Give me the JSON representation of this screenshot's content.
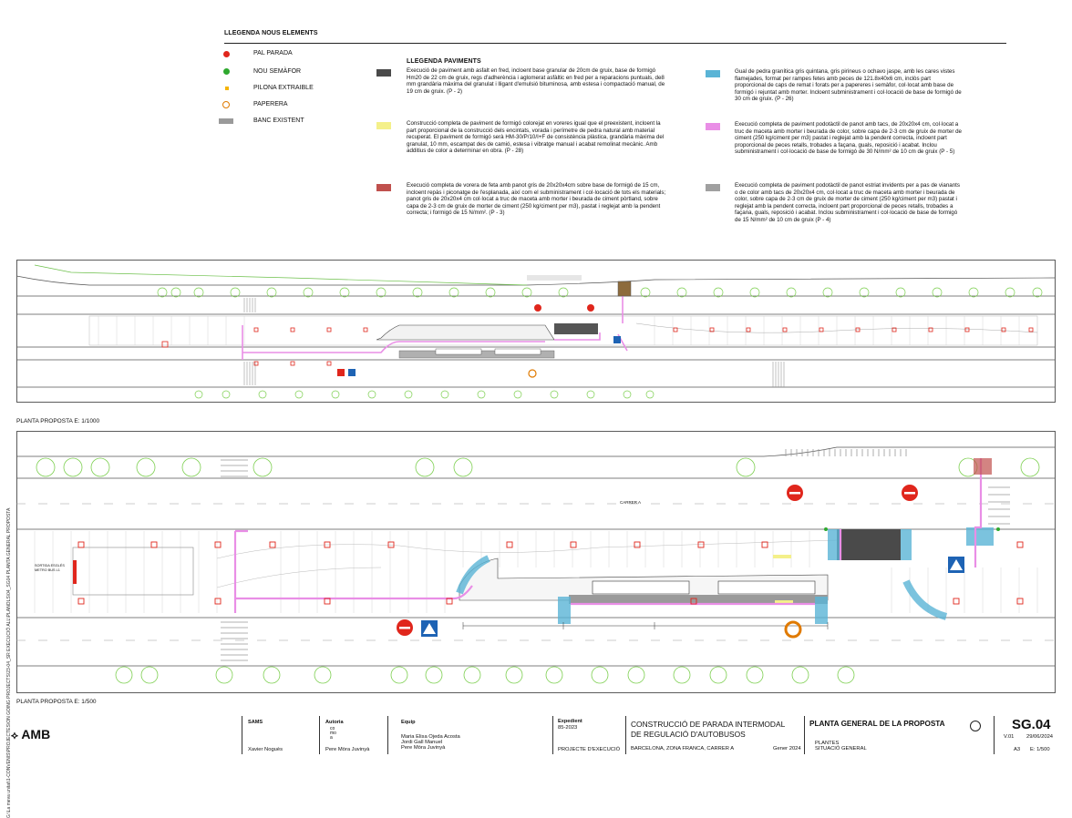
{
  "legend_elements": {
    "title": "LLEGENDA NOUS ELEMENTS",
    "items": [
      {
        "label": "PAL PARADA",
        "color": "#e0261c",
        "icon": "red-dot-icon"
      },
      {
        "label": "NOU SEMÀFOR",
        "color": "#2ea82e",
        "icon": "green-dot-icon"
      },
      {
        "label": "PILONA EXTRAIBLE",
        "color": "#f5b400",
        "icon": "yellow-square-icon"
      },
      {
        "label": "PAPERERA",
        "color": "#e07a00",
        "icon": "orange-ring-icon"
      },
      {
        "label": "BANC EXISTENT",
        "color": "#9a9a9a",
        "icon": "grey-bar-icon"
      }
    ]
  },
  "legend_paviments": {
    "title": "LLEGENDA PAVIMENTS",
    "items": [
      {
        "color": "#4a4a4a",
        "text": "Execució de paviment amb asfalt en fred, incloent base granular de 20cm de gruix, base de formigó Hm20 de 22 cm de gruix, regs d'adherència i aglomerat asfàltic en fred per a reparacions puntuals, de8 mm grandària màxima del granulat i lligant d'emulsió bituminosa, amb estesa i compactació manual, de 19 cm de gruix. (P - 2)"
      },
      {
        "color": "#f4f08a",
        "text": "Construcció completa de paviment de formigó colorejat en voreres igual que el preexistent, incloent la part proporcional de la construcció dels encintats, vorada i perímetre de pedra natural amb material recuperat. El paviment de formigó serà HM-30/P/10/I+F de consistència plàstica, grandària màxima del granulat, 10 mm, escampat des de camió, estesa i vibratge manual i acabat remolinat mecànic. Amb additius de color a determinar en obra. (P - 28)"
      },
      {
        "color": "#c0504d",
        "text": "Execució completa de vorera de feta amb panot gris de 20x20x4cm sobre base de formigó de 15 cm, incloent repàs i piconatge de l'esplanada, així com el subministrament i col·locació de tots els materials; panot gris de 20x20x4 cm col·locat a truc de maceta amb morter i beurada de ciment pòrtland, sobre capa de 2-3 cm de gruix de morter de ciment (250 kg/ciment per m3), pastat i reglejat amb la pendent correcta; i formigó de 15 N/mm². (P - 3)"
      },
      {
        "color": "#5ab4d6",
        "text": "Gual de pedra granítica gris quintana, gris pirineus o ochavo jaspe, amb les cares vistes flamejades, format per rampes fetes amb peces de 121.8x40x6 cm, inclòs part proporcional de caps de remat i forats per a papereres i semàfor, col·locat amb base de formigó i rejuntat amb morter. Incloent subministrament i col·locació de base de formigó de 30 cm de gruix. (P - 26)"
      },
      {
        "color": "#e98ee6",
        "text": "Execució completa de paviment podotàctil de panot amb tacs, de 20x20x4 cm, col·locat a truc de maceta amb morter i beurada de color, sobre capa de 2-3 cm de gruix de morter de ciment (250 kg/ciment per m3) pastat i reglejat amb la pendent correcta, incloent part proporcional de peces retalls, trobades a façana, guals, reposició i acabat. Inclou subministrament i col·locació de base de formigó de 30 N/mm² de 10 cm de gruix (P - 5)"
      },
      {
        "color": "#a0a0a0",
        "text": "Execució completa de paviment podotàctil de panot estriat invidents per a pas de vianants o de color amb tacs de 20x20x4 cm, col·locat a truc de maceta amb morter i beurada de color, sobre capa de 2-3 cm de gruix de morter de ciment (250 kg/ciment per m3) pastat i reglejat amb la pendent correcta, incloent part proporcional de peces retalls, trobades a façana, guals, reposició i acabat. Inclou subministrament i col·locació de base de formigó de 15 N/mm² de 10 cm de gruix (P - 4)"
      }
    ]
  },
  "plans": {
    "top_label": "PLANTA PROPOSTA  E: 1/1000",
    "bottom_label": "PLANTA PROPOSTA  E: 1/500",
    "street_label": "CARRER A",
    "zone_label_1": "SORTIDA ESGLÉS",
    "zone_label_2": "METRO BUS L1"
  },
  "side_text": "G:\\La meva unitat\\1-CONVENIS\\PROJECTES\\ON GOING PROJECTS\\23-04_SR EXECUCIÓ ALL\\PLANOLS\\04_SG04 PLANTA GENERAL PROPOSTA",
  "title_block": {
    "org": "AMB",
    "sams_label": "SAMS",
    "sams_name": "Xavier Noguès",
    "autoria_label": "Autoria",
    "autoria_name": "Pere Mòra Juvinyà",
    "equip_label": "Equip",
    "equip_names": [
      "Maria Elisa Ojeda Acosta",
      "Jordi Gall Manuel",
      "Pere Mòra Juvinyà"
    ],
    "expedient_label": "Expedient",
    "expedient_value": "85-2023",
    "phase": "PROJECTE D'EXECUCIÓ",
    "project_title_1": "CONSTRUCCIÓ DE PARADA INTERMODAL",
    "project_title_2": "DE REGULACIÓ D'AUTOBUSOS",
    "location": "BARCELONA, ZONA FRANCA, CARRER A",
    "date": "Gener 2024",
    "sheet_title": "PLANTA GENERAL DE LA PROPOSTA",
    "sheet_sub_1": "PLANTES",
    "sheet_sub_2": "SITUACIÓ GENERAL",
    "sheet_code": "SG.04",
    "version": "V.01",
    "version_date": "29/06/2024",
    "paper": "A3",
    "scale": "E: 1/500"
  }
}
